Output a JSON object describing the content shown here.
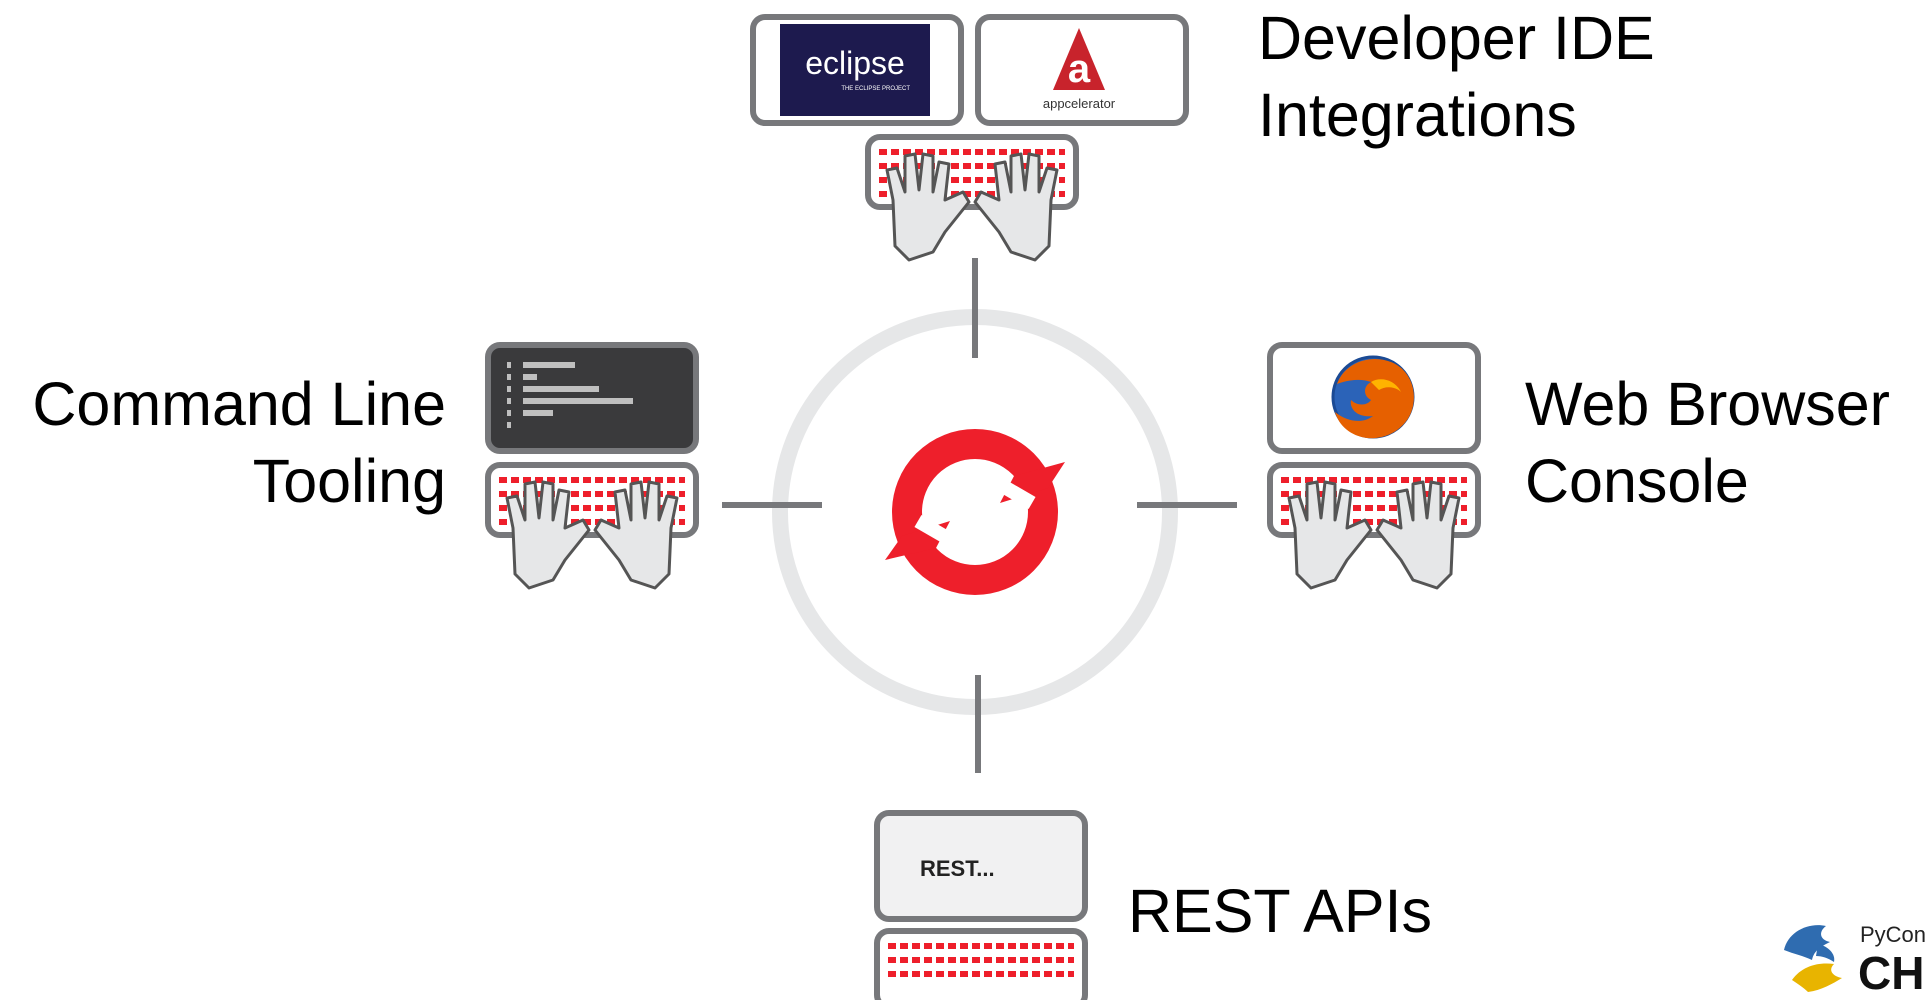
{
  "labels": {
    "ide": {
      "line1": "Developer IDE",
      "line2": "Integrations"
    },
    "cli": {
      "line1": "Command Line",
      "line2": "Tooling"
    },
    "web": {
      "line1": "Web Browser",
      "line2": "Console"
    },
    "rest": {
      "line1": "REST APIs"
    }
  },
  "screens": {
    "eclipse_text": "eclipse",
    "eclipse_sub": "THE ECLIPSE PROJECT",
    "appcelerator_text": "appcelerator",
    "rest_text": "REST..."
  },
  "logo": {
    "small": "PyCon",
    "big": "CH"
  },
  "colors": {
    "accent": "#EE1F2B",
    "frame": "#77787B",
    "ring": "#E6E7E8",
    "screen_dark": "#3A3A3C"
  }
}
